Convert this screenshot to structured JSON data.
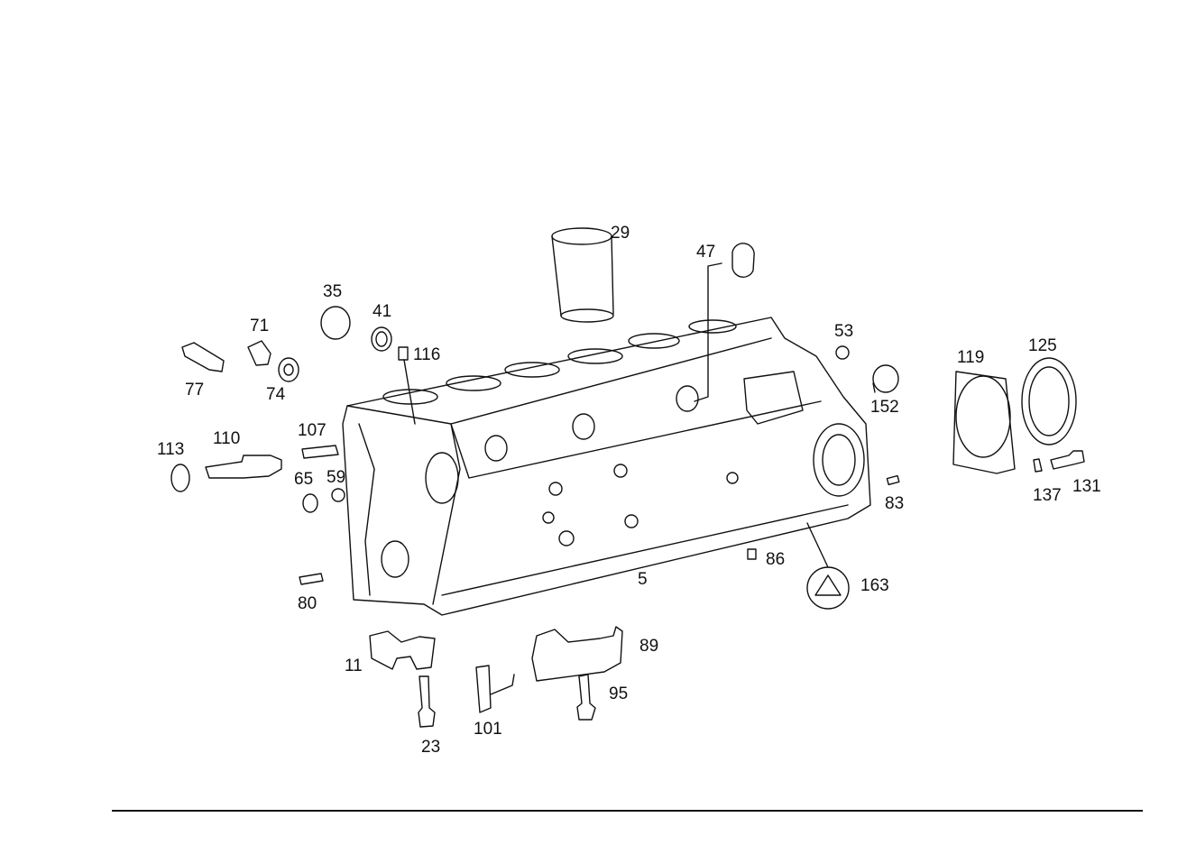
{
  "diagram": {
    "labels": {
      "p29": "29",
      "p47": "47",
      "p35": "35",
      "p41": "41",
      "p71": "71",
      "p53": "53",
      "p125": "125",
      "p116": "116",
      "p119": "119",
      "p77": "77",
      "p74": "74",
      "p152": "152",
      "p107": "107",
      "p110": "110",
      "p113": "113",
      "p65": "65",
      "p59": "59",
      "p137": "137",
      "p131": "131",
      "p83": "83",
      "p86": "86",
      "p5": "5",
      "p163": "163",
      "p80": "80",
      "p89": "89",
      "p11": "11",
      "p95": "95",
      "p101": "101",
      "p23": "23"
    }
  }
}
